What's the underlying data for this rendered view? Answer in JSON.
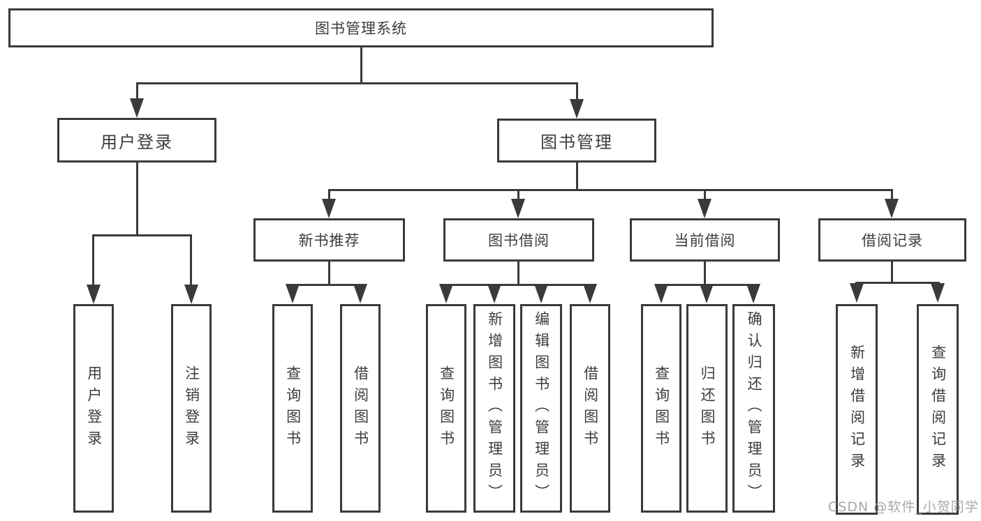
{
  "tree": {
    "root": {
      "label": "图书管理系统",
      "children": [
        {
          "label": "用户登录",
          "children": [
            {
              "label": "用户登录"
            },
            {
              "label": "注销登录"
            }
          ]
        },
        {
          "label": "图书管理",
          "children": [
            {
              "label": "新书推荐",
              "children": [
                {
                  "label": "查询图书"
                },
                {
                  "label": "借阅图书"
                }
              ]
            },
            {
              "label": "图书借阅",
              "children": [
                {
                  "label": "查询图书"
                },
                {
                  "label": "新增图书（管理员）"
                },
                {
                  "label": "编辑图书（管理员）"
                },
                {
                  "label": "借阅图书"
                }
              ]
            },
            {
              "label": "当前借阅",
              "children": [
                {
                  "label": "查询图书"
                },
                {
                  "label": "归还图书"
                },
                {
                  "label": "确认归还（管理员）"
                }
              ]
            },
            {
              "label": "借阅记录",
              "children": [
                {
                  "label": "新增借阅记录"
                },
                {
                  "label": "查询借阅记录"
                }
              ]
            }
          ]
        }
      ]
    }
  },
  "watermark": {
    "text": "CSDN @软件_小贺同学"
  },
  "colors": {
    "line": "#3a3a3a",
    "text": "#3d3d3d",
    "background": "#ffffff",
    "watermark": "#94989e"
  }
}
